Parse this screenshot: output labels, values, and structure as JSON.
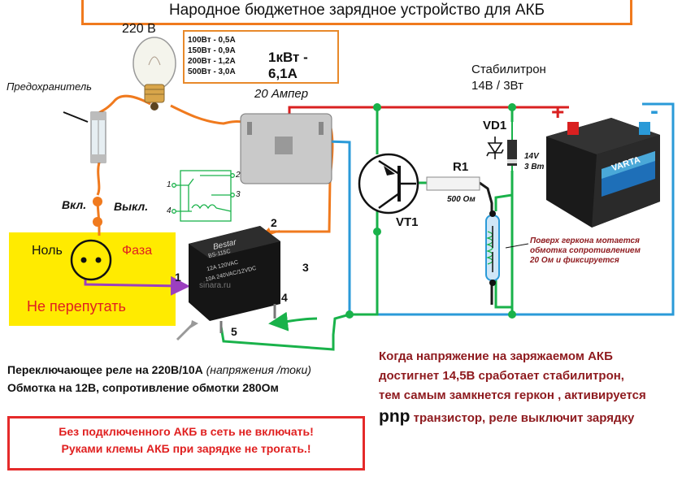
{
  "title": "Народное бюджетное зарядное устройство для АКБ",
  "lamp": {
    "voltage_label": "220 В",
    "power_table": [
      "100Вт - 0,5А",
      "150Вт - 0,9А",
      "200Вт - 1,2А",
      "500Вт - 3,0А"
    ],
    "total": "1кВт - 6,1А"
  },
  "fuse_label": "Предохранитель",
  "bridge_label": "20 Ампер",
  "switch": {
    "on": "Вкл.",
    "off": "Выкл."
  },
  "socket": {
    "neutral": "Ноль",
    "phase": "Фаза",
    "warning": "Не перепутать"
  },
  "zener": {
    "title_line1": "Стабилитрон",
    "title_line2": "14В / 3Вт",
    "ref": "VD1",
    "value_line1": "14V",
    "value_line2": "3 Вт"
  },
  "transistor": {
    "ref": "VT1"
  },
  "resistor": {
    "ref": "R1",
    "value": "500 Ом"
  },
  "battery": {
    "plus": "+",
    "minus": "-",
    "brand": "VARTA"
  },
  "reed_note": [
    "Поверх геркона мотается",
    "обмотка сопротивлением",
    "20 Ом и фиксируется"
  ],
  "relay": {
    "brand": "Bestar",
    "model": "BS-115C",
    "spec1": "12A 120VAC",
    "spec2": "10A 240VAC/12VDC",
    "watermark": "sinara.ru",
    "pins": [
      "1",
      "2",
      "3",
      "4",
      "5"
    ],
    "caption_main": "Переключающее реле  на 220В/10А ",
    "caption_italic": "(напряжения /токи)",
    "caption_line2": "Обмотка на 12В, сопротивление обмотки 280Ом"
  },
  "schematic_pins": [
    "1",
    "2",
    "3",
    "4"
  ],
  "explanation": {
    "line1": "Когда напряжение на заряжаемом АКБ",
    "line2": "достигнет 14,5В сработает стабилитрон,",
    "line3": "тем самым замкнется геркон , активируется",
    "line4_big": "pnp",
    "line4_rest": "  транзистор, реле выключит зарядку"
  },
  "warnings": [
    "Без подключенного АКБ в сеть не включать!",
    "Руками клемы АКБ при зарядке не трогать.!"
  ],
  "colors": {
    "wire_orange": "#f07a1e",
    "wire_red": "#d92020",
    "wire_blue": "#2a9ad8",
    "wire_green": "#19b24a",
    "wire_purple": "#9b3fbf",
    "text_dark_red": "#8e1a1e"
  }
}
